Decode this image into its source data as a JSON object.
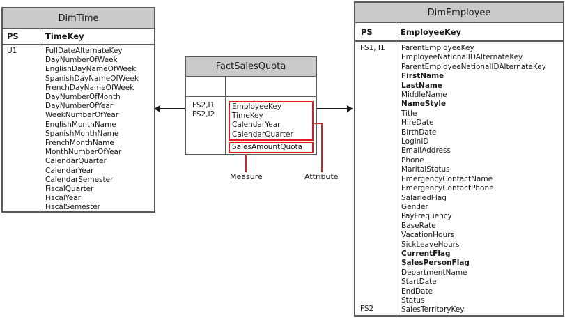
{
  "colors": {
    "header_bg": "#cacaca",
    "table_border": "#5a5a5a",
    "highlight_red": "#df1a21",
    "arrow_black": "#1a1a1a"
  },
  "dim_time": {
    "title": "DimTime",
    "key_row": {
      "left": "PS",
      "right": "TimeKey"
    },
    "body_left": "U1",
    "fields": [
      "FullDateAlternateKey",
      "DayNumberOfWeek",
      "EnglishDayNameOfWeek",
      "SpanishDayNameOfWeek",
      "FrenchDayNameOfWeek",
      "DayNumberOfMonth",
      "DayNumberOfYear",
      "WeekNumberOfYear",
      "EnglishMonthName",
      "SpanishMonthName",
      "FrenchMonthName",
      "MonthNumberOfYear",
      "CalendarQuarter",
      "CalendarYear",
      "CalendarSemester",
      "FiscalQuarter",
      "FiscalYear",
      "FiscalSemester"
    ]
  },
  "fact": {
    "title": "FactSalesQuota",
    "index_labels": [
      "FS2,I1",
      "FS2,I2"
    ],
    "attribute_fields": [
      "EmployeeKey",
      "TimeKey",
      "CalendarYear",
      "CalendarQuarter"
    ],
    "measure_fields": [
      "SalesAmountQuota"
    ]
  },
  "dim_employee": {
    "title": "DimEmployee",
    "key_row": {
      "left": "PS",
      "right": "EmployeeKey"
    },
    "body_left_top": "FS1, I1",
    "body_left_bottom": "FS2",
    "fields": [
      {
        "text": "ParentEmployeeKey"
      },
      {
        "text": "EmployeeNationalIDAlternateKey"
      },
      {
        "text": "ParentEmployeeNationalIDAlternateKey"
      },
      {
        "text": "FirstName",
        "bold": true
      },
      {
        "text": "LastName",
        "bold": true
      },
      {
        "text": "MiddleName"
      },
      {
        "text": "NameStyle",
        "bold": true
      },
      {
        "text": "Title"
      },
      {
        "text": "HireDate"
      },
      {
        "text": "BirthDate"
      },
      {
        "text": "LoginID"
      },
      {
        "text": "EmailAddress"
      },
      {
        "text": "Phone"
      },
      {
        "text": "MaritalStatus"
      },
      {
        "text": "EmergencyContactName"
      },
      {
        "text": "EmergencyContactPhone"
      },
      {
        "text": "SalariedFlag"
      },
      {
        "text": "Gender"
      },
      {
        "text": "PayFrequency"
      },
      {
        "text": "BaseRate"
      },
      {
        "text": "VacationHours"
      },
      {
        "text": "SickLeaveHours"
      },
      {
        "text": "CurrentFlag",
        "bold": true
      },
      {
        "text": "SalesPersonFlag",
        "bold": true
      },
      {
        "text": "DepartmentName"
      },
      {
        "text": "StartDate"
      },
      {
        "text": "EndDate"
      },
      {
        "text": "Status"
      },
      {
        "text": "SalesTerritoryKey"
      }
    ]
  },
  "callouts": {
    "measure": "Measure",
    "attribute": "Attribute"
  }
}
